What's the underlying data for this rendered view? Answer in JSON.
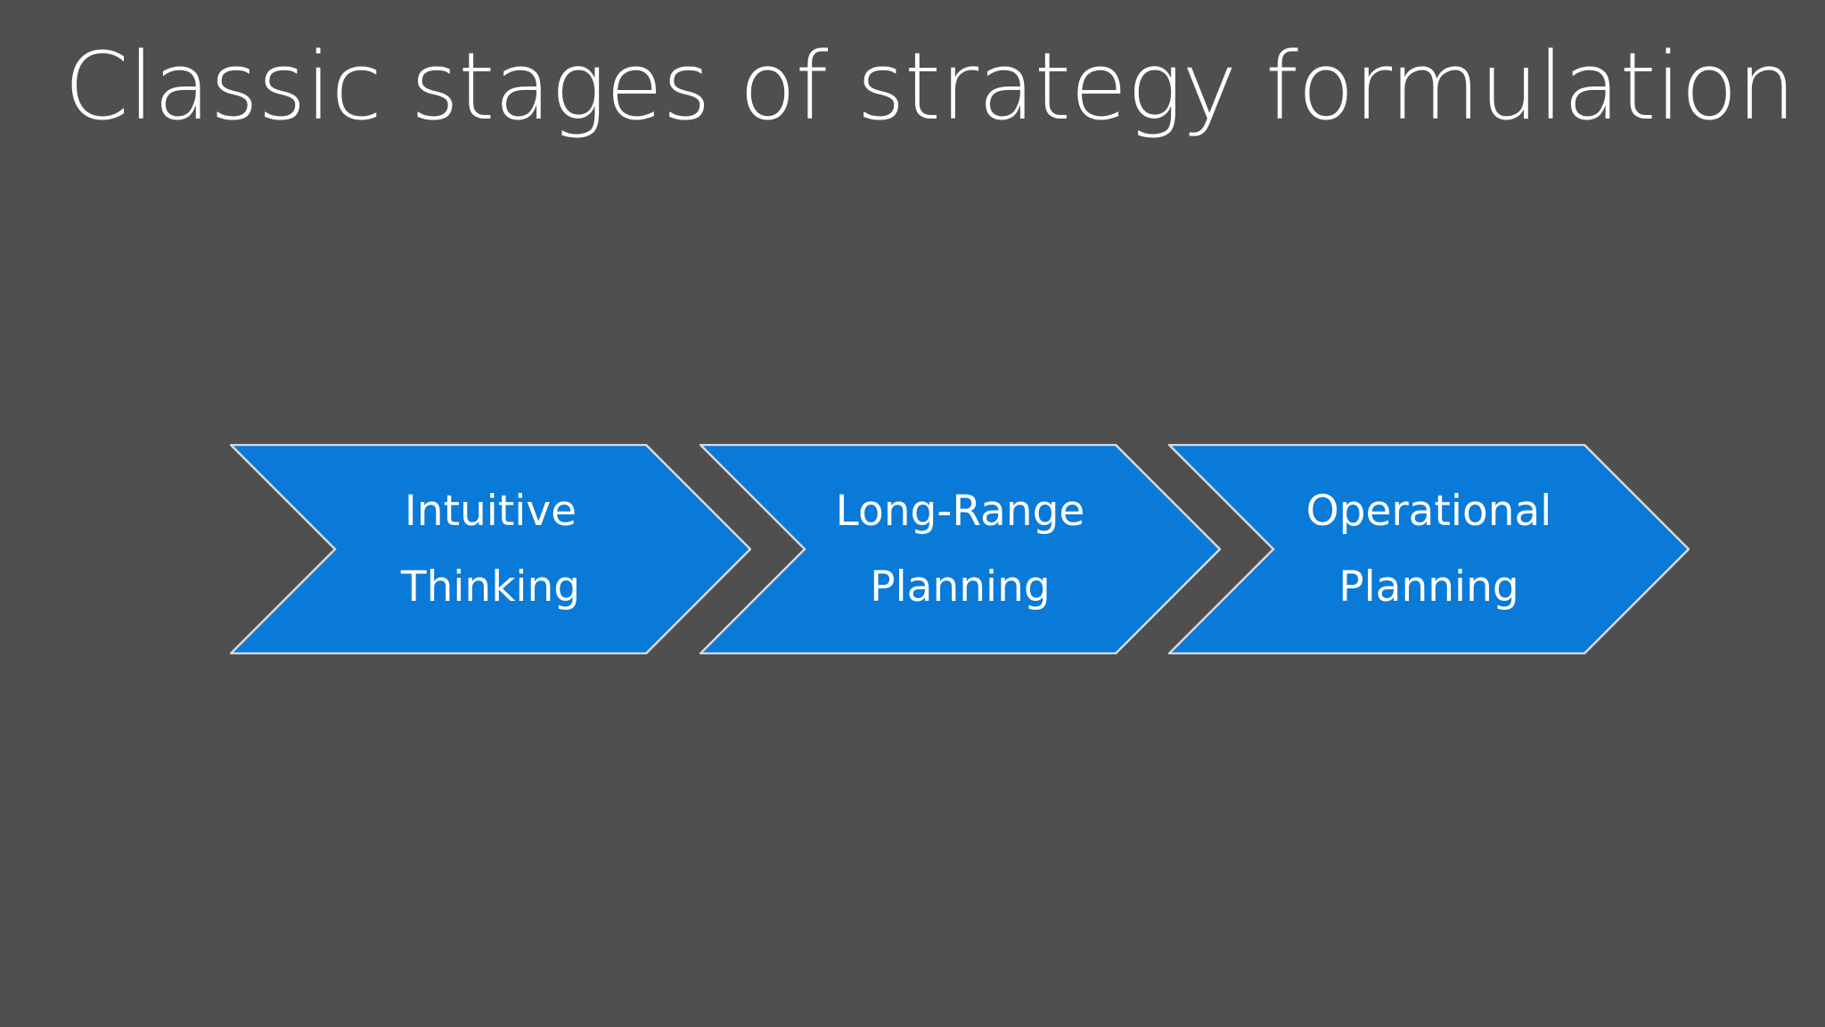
{
  "slide": {
    "title": "Classic stages of strategy formulation",
    "background_color": "#4f4f4f",
    "title_color": "#ffffff"
  },
  "diagram": {
    "type": "chevron-process",
    "accent_color": "#0a7ad8",
    "outline_color": "#d9d9d9",
    "label_color": "#ffffff",
    "steps": [
      {
        "index": "1",
        "line1": "Intuitive",
        "line2": "Thinking",
        "full_label": "Intuitive Thinking"
      },
      {
        "index": "2",
        "line1": "Long-Range",
        "line2": "Planning",
        "full_label": "Long-Range Planning"
      },
      {
        "index": "3",
        "line1": "Operational",
        "line2": "Planning",
        "full_label": "Operational Planning"
      }
    ]
  }
}
